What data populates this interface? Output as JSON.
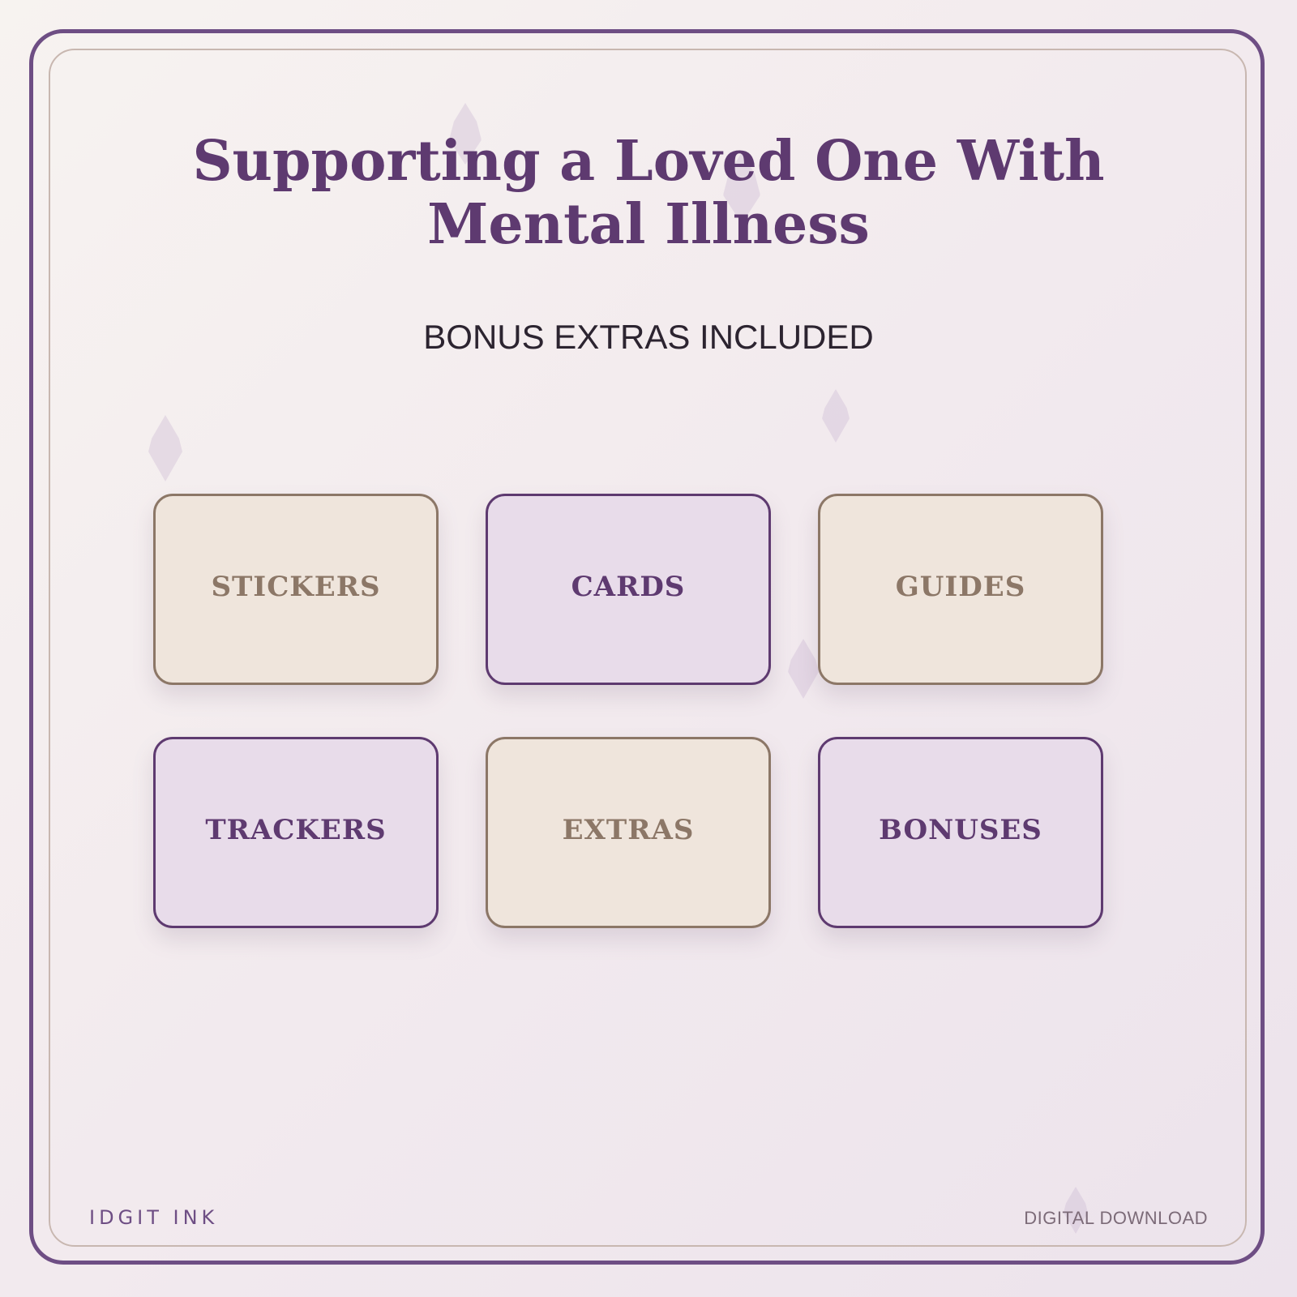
{
  "header": {
    "title": "Supporting a Loved One With Mental Illness",
    "subtitle": "BONUS EXTRAS INCLUDED"
  },
  "tiles": [
    {
      "label": "STICKERS",
      "style": "beige"
    },
    {
      "label": "CARDS",
      "style": "lilac"
    },
    {
      "label": "GUIDES",
      "style": "beige"
    },
    {
      "label": "TRACKERS",
      "style": "lilac"
    },
    {
      "label": "EXTRAS",
      "style": "beige"
    },
    {
      "label": "BONUSES",
      "style": "lilac"
    }
  ],
  "footer": {
    "brand": "IDGIT INK",
    "note": "DIGITAL DOWNLOAD"
  },
  "colors": {
    "accent": "#5e3a70",
    "beige_text": "#8c7767",
    "beige_fill": "#efe5dc",
    "lilac_fill": "#e8dcea"
  },
  "icons": [
    "leaf-icon"
  ]
}
